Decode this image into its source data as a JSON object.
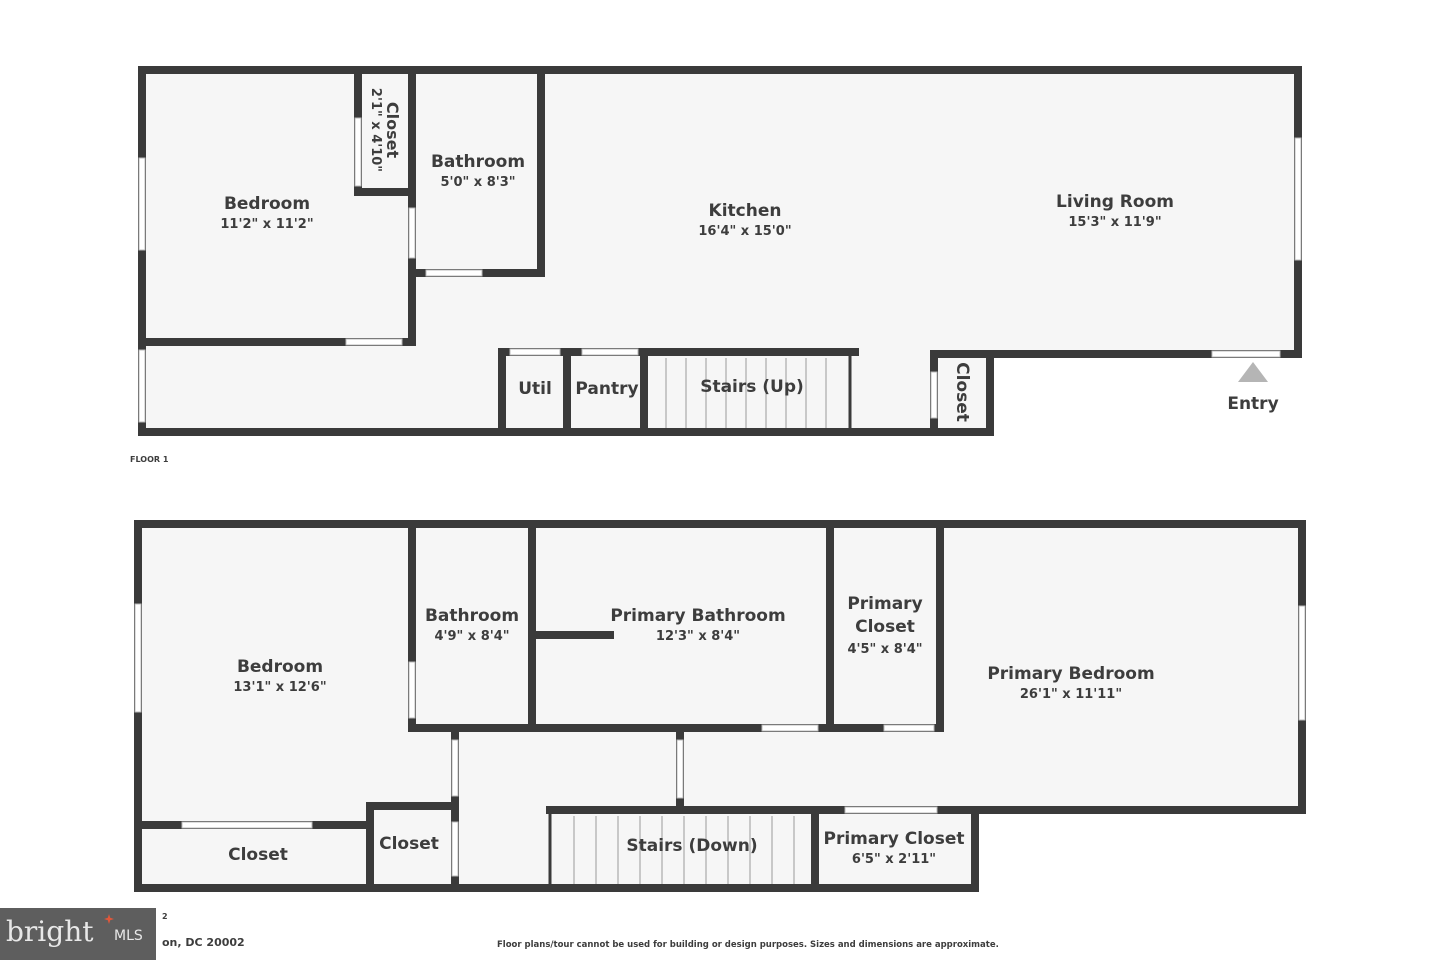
{
  "floor1": {
    "label": "FLOOR 1",
    "rooms": [
      {
        "name": "Bedroom",
        "dims": "11'2\" x 11'2\""
      },
      {
        "name": "Closet",
        "dims": "2'1\" x 4'10\""
      },
      {
        "name": "Bathroom",
        "dims": "5'0\" x 8'3\""
      },
      {
        "name": "Kitchen",
        "dims": "16'4\" x 15'0\""
      },
      {
        "name": "Living Room",
        "dims": "15'3\" x 11'9\""
      },
      {
        "name": "Util"
      },
      {
        "name": "Pantry"
      },
      {
        "name": "Stairs (Up)"
      },
      {
        "name": "Closet"
      }
    ],
    "entry": "Entry"
  },
  "floor2": {
    "label_partial": "2",
    "rooms": [
      {
        "name": "Bedroom",
        "dims": "13'1\" x 12'6\""
      },
      {
        "name": "Bathroom",
        "dims": "4'9\" x 8'4\""
      },
      {
        "name": "Primary Bathroom",
        "dims": "12'3\" x 8'4\""
      },
      {
        "name": "Primary Closet",
        "dims": "4'5\" x 8'4\""
      },
      {
        "name": "Primary Bedroom",
        "dims": "26'1\" x 11'11\""
      },
      {
        "name": "Closet"
      },
      {
        "name": "Closet"
      },
      {
        "name": "Stairs (Down)"
      },
      {
        "name": "Primary Closet",
        "dims": "6'5\" x 2'11\""
      }
    ]
  },
  "address_partial": "on, DC 20002",
  "disclaimer": "Floor plans/tour cannot be used for building or design purposes. Sizes and dimensions are approximate.",
  "logo": {
    "text": "bright",
    "suffix": "MLS",
    "accent": "#e0573a"
  },
  "colors": {
    "wall": "#3a3a3a",
    "floor": "#f6f6f6"
  }
}
